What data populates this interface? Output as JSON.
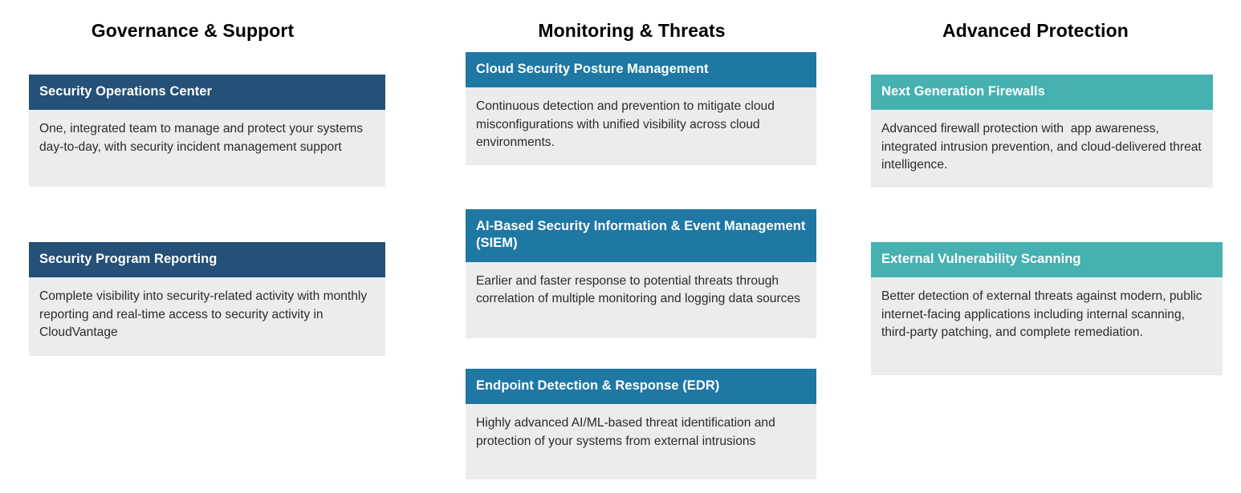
{
  "colors": {
    "navy": "#255077",
    "blue": "#1f78a4",
    "teal": "#45b1b0",
    "body_gray": "#ececee",
    "heading_text": "#000000",
    "card_header_text": "#ffffff",
    "card_body_text": "#2b2b2b",
    "page_background": "#ffffff"
  },
  "columns": [
    {
      "id": "governance-support",
      "heading": "Governance & Support",
      "accent": "#255077",
      "cards": [
        {
          "id": "security-operations-center",
          "title": "Security Operations Center",
          "body": "One, integrated team to manage and protect your systems day-to-day, with security incident management support"
        },
        {
          "id": "security-program-reporting",
          "title": "Security Program Reporting",
          "body": "Complete visibility into security-related activity with monthly reporting and real-time access to security activity in CloudVantage"
        }
      ]
    },
    {
      "id": "monitoring-threats",
      "heading": "Monitoring & Threats",
      "accent": "#1f78a4",
      "cards": [
        {
          "id": "cloud-security-posture-management",
          "title": "Cloud Security Posture Management",
          "body": "Continuous detection and prevention to mitigate cloud misconfigurations with unified visibility across cloud environments."
        },
        {
          "id": "ai-based-siem",
          "title": "AI-Based Security Information & Event Management (SIEM)",
          "body": "Earlier and faster response to potential threats through correlation of multiple monitoring and logging data sources"
        },
        {
          "id": "endpoint-detection-response",
          "title": "Endpoint Detection & Response (EDR)",
          "body": "Highly advanced AI/ML-based threat identification and protection of your systems from external intrusions"
        }
      ]
    },
    {
      "id": "advanced-protection",
      "heading": "Advanced Protection",
      "accent": "#45b1b0",
      "cards": [
        {
          "id": "next-generation-firewalls",
          "title": "Next Generation Firewalls",
          "body": "Advanced firewall protection with  app awareness, integrated intrusion prevention, and cloud-delivered threat intelligence."
        },
        {
          "id": "external-vulnerability-scanning",
          "title": "External Vulnerability Scanning",
          "body": "Better detection of external threats against modern, public internet-facing applications including internal scanning, third-party patching, and complete remediation."
        }
      ]
    }
  ]
}
